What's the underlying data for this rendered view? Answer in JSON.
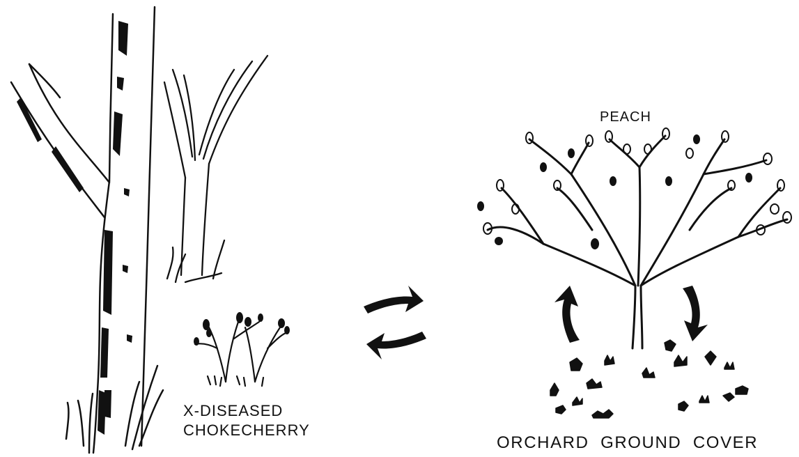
{
  "labels": {
    "peach": "PEACH",
    "x_diseased_line1": "X-DISEASED",
    "x_diseased_line2": "CHOKECHERRY",
    "orchard_ground_cover": "ORCHARD  GROUND  COVER"
  },
  "colors": {
    "ink": "#111111",
    "background": "#ffffff"
  }
}
